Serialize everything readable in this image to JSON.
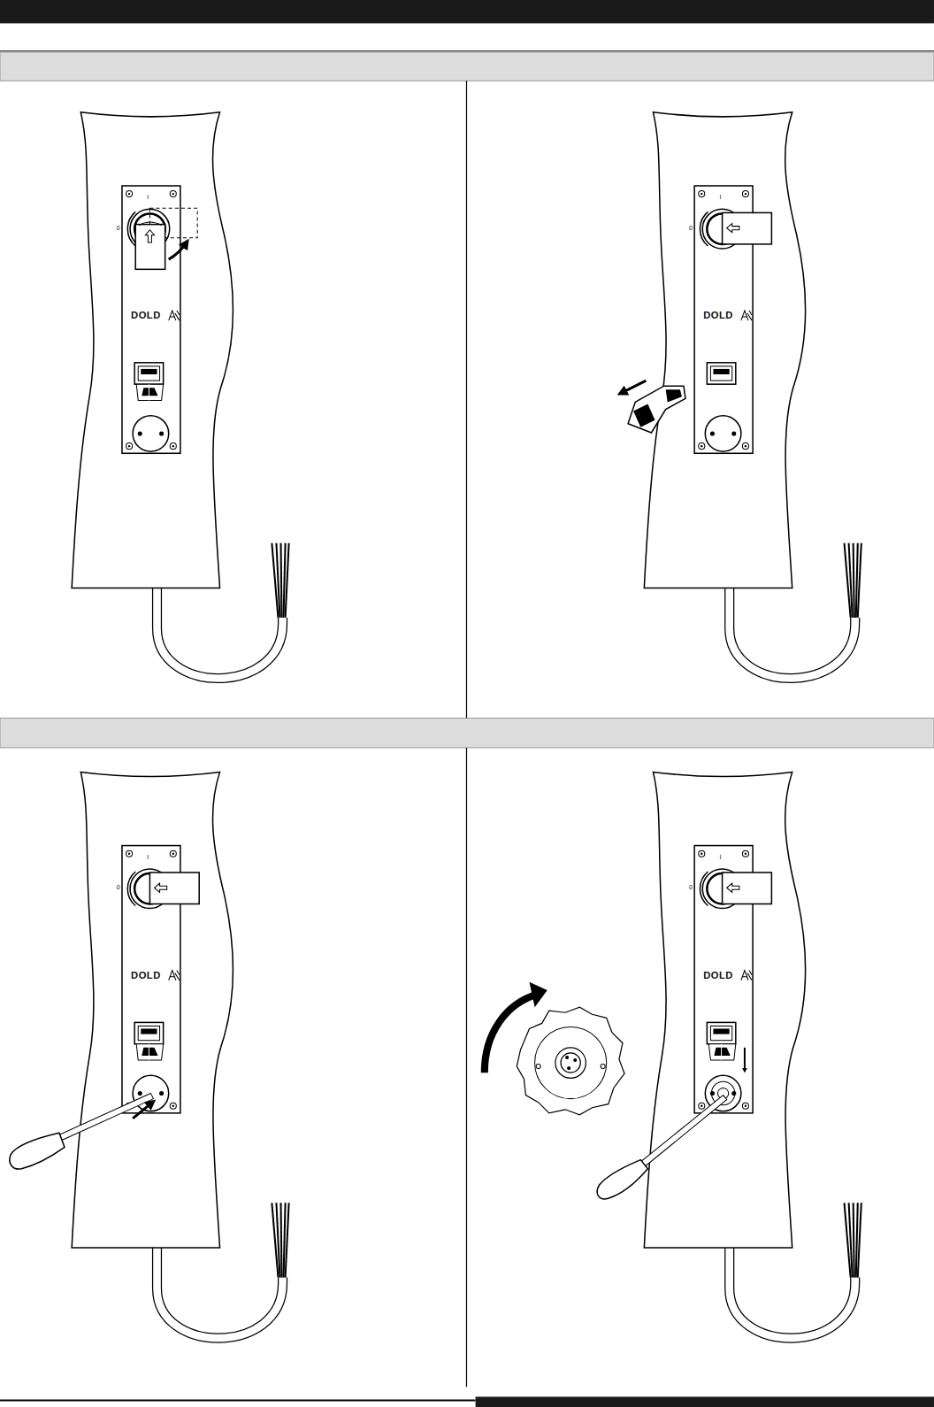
{
  "diagram": {
    "labels": [
      "I",
      "0",
      "DOLD",
      "I",
      "0",
      "DOLD",
      "I",
      "0",
      "DOLD",
      "I",
      "0",
      "DOLD"
    ]
  }
}
